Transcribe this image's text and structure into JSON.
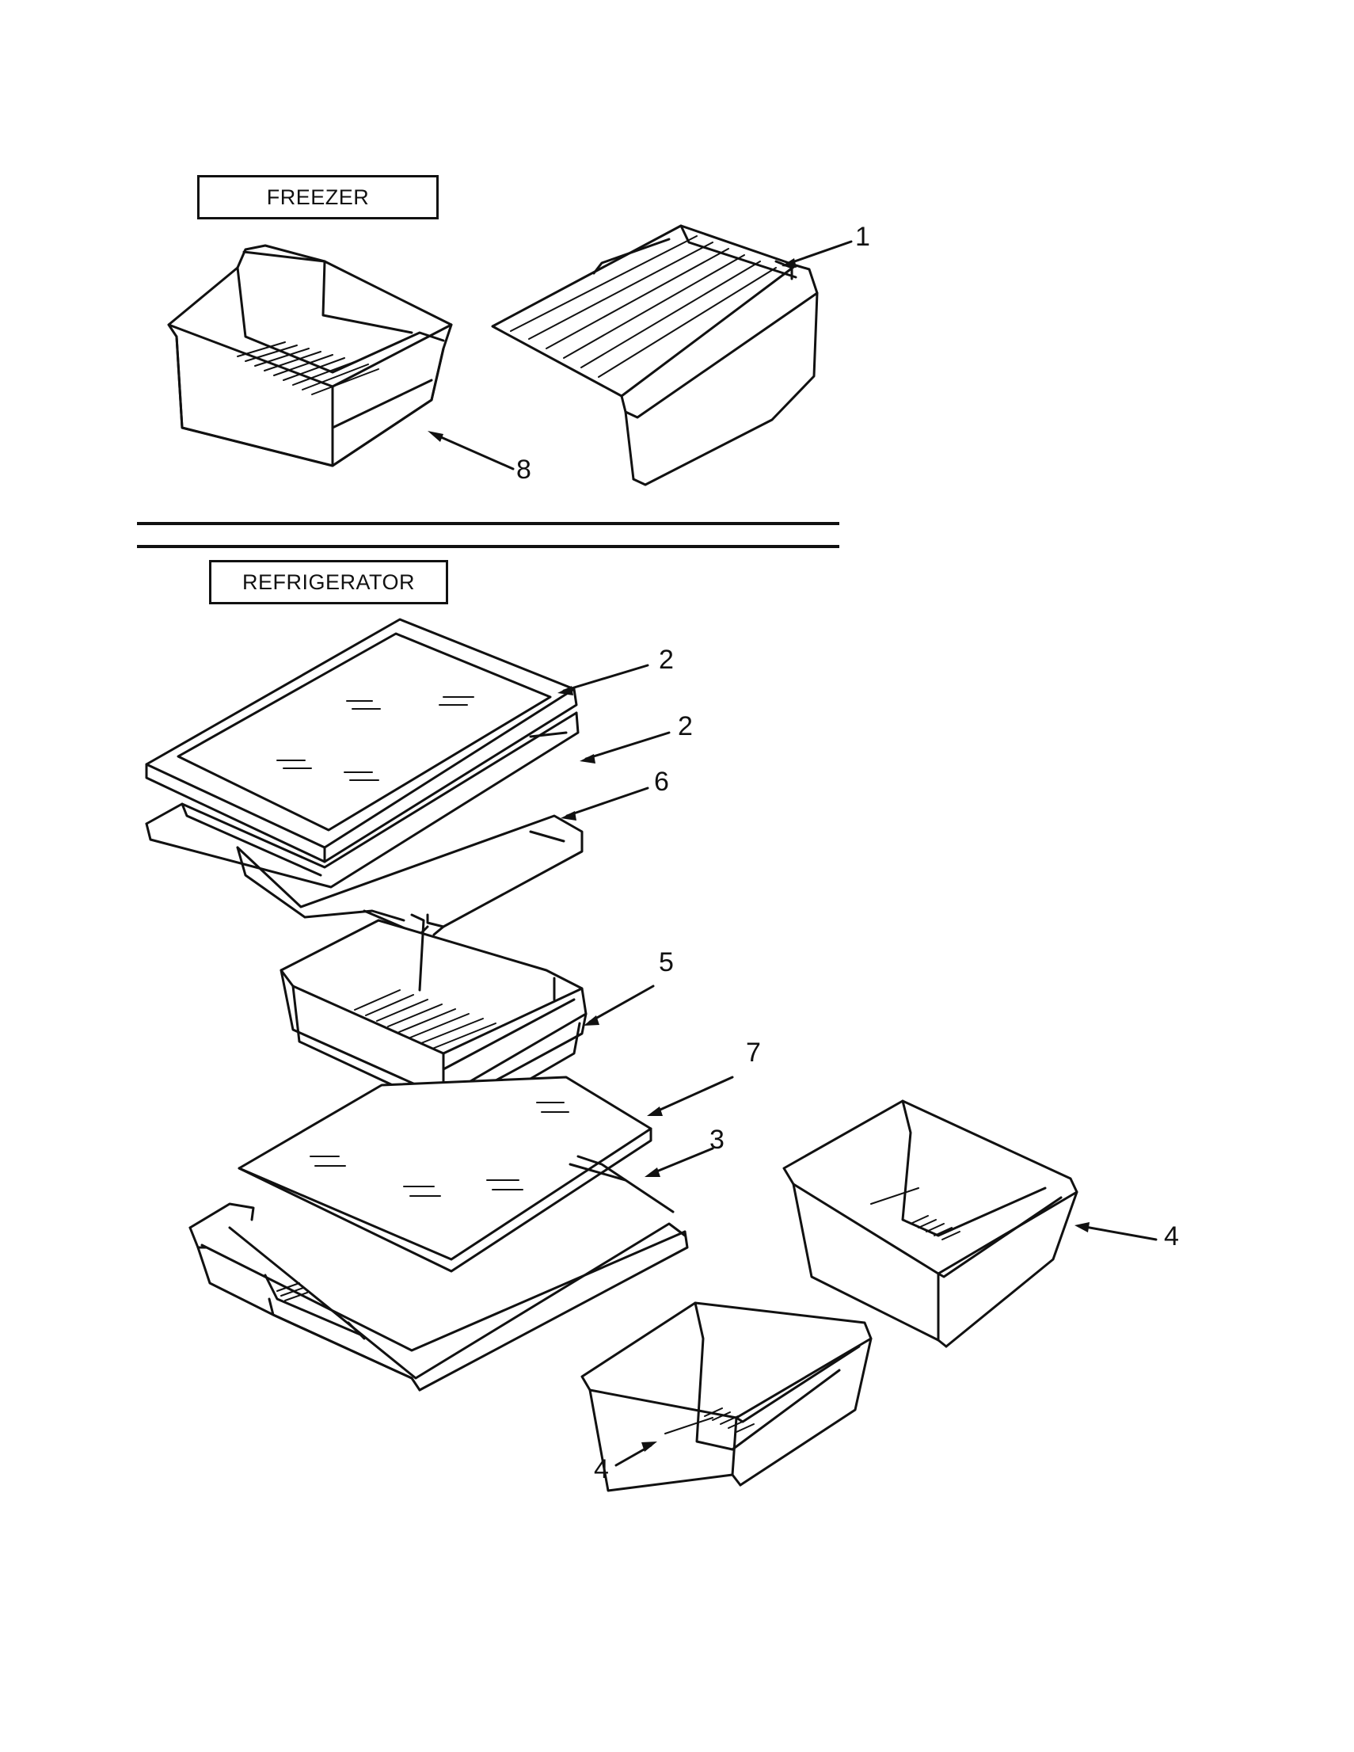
{
  "sections": {
    "freezer": "FREEZER",
    "refrigerator": "REFRIGERATOR"
  },
  "callouts": {
    "c1": "1",
    "c8": "8",
    "c2a": "2",
    "c2b": "2",
    "c6": "6",
    "c5": "5",
    "c7": "7",
    "c3": "3",
    "c4a": "4",
    "c4b": "4"
  }
}
